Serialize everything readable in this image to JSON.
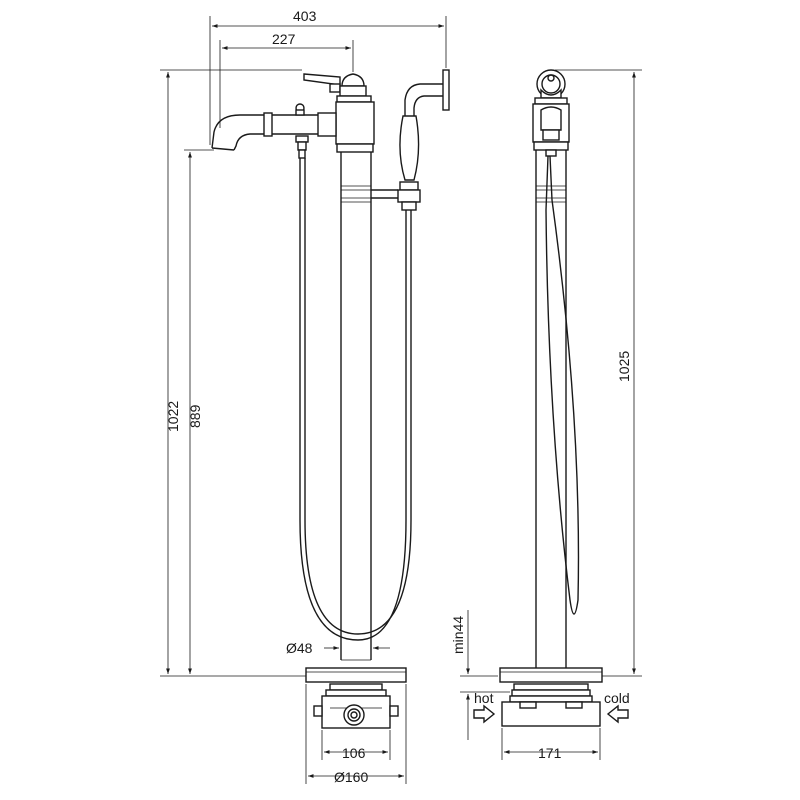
{
  "front_view": {
    "dims": {
      "width_total": "403",
      "width_spout": "227",
      "height_total": "1022",
      "height_spout": "889",
      "pipe_diameter": "Ø48",
      "box_width": "106",
      "base_diameter": "Ø160"
    }
  },
  "side_view": {
    "dims": {
      "height_total": "1025",
      "min_depth": "min44",
      "box_width": "171"
    },
    "labels": {
      "hot": "hot",
      "cold": "cold"
    }
  }
}
